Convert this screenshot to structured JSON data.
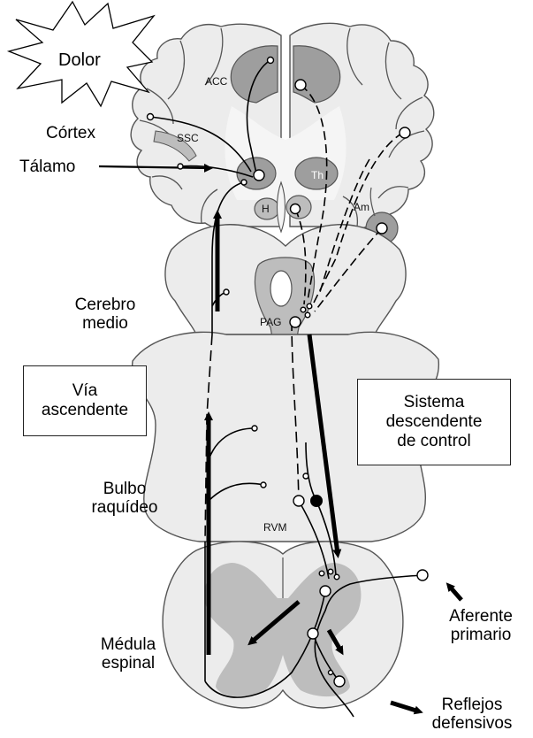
{
  "labels": {
    "dolor": "Dolor",
    "cortex": "Córtex",
    "talamo": "Tálamo",
    "cerebro_medio": [
      "Cerebro",
      "medio"
    ],
    "via_ascendente": [
      "Vía",
      "ascendente"
    ],
    "sistema_descendente": [
      "Sistema",
      "descendente",
      "de control"
    ],
    "bulbo_raquideo": [
      "Bulbo",
      "raquídeo"
    ],
    "medula_espinal": [
      "Médula",
      "espinal"
    ],
    "aferente_primario": [
      "Aferente",
      "primario"
    ],
    "reflejos_defensivos": [
      "Reflejos",
      "defensivos"
    ]
  },
  "regions": {
    "acc": "ACC",
    "ssc": "SSC",
    "th": "Th",
    "h": "H",
    "am": "Am",
    "pag": "PAG",
    "rvm": "RVM"
  },
  "colors": {
    "tissue": "#ececec",
    "tissue_dark": "#9e9e9e",
    "gray_matter": "#bdbdbd",
    "outline": "#555555",
    "fiber": "#000000",
    "background": "#ffffff"
  }
}
